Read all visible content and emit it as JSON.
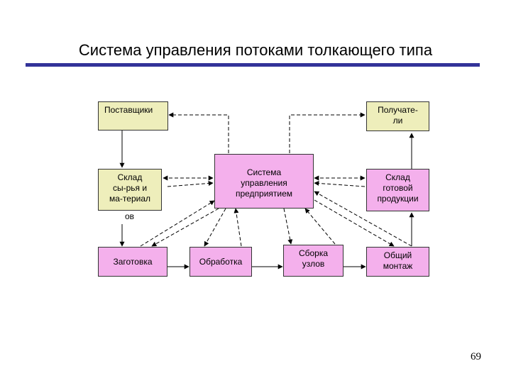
{
  "title": "Система управления потоками толкающего типа",
  "page_number": "69",
  "colors": {
    "yellow": "#eeeebb",
    "pink": "#f4b0ec",
    "rule": "#333399"
  },
  "nodes": {
    "suppliers": {
      "lines": [
        "Поставщики"
      ]
    },
    "receivers": {
      "lines": [
        "Получате-",
        "ли"
      ]
    },
    "raw_storage": {
      "lines": [
        "Склад",
        "сы-рья и",
        "ма-териал"
      ],
      "overflow": "ов"
    },
    "erp": {
      "lines": [
        "Система",
        "управления",
        "предприятием"
      ]
    },
    "finished_storage": {
      "lines": [
        "Склад",
        "готовой",
        "продукции"
      ]
    },
    "blank": {
      "lines": [
        "Заготовка"
      ]
    },
    "processing": {
      "lines": [
        "Обработка"
      ]
    },
    "assembly": {
      "lines": [
        "Сборка",
        "узлов"
      ]
    },
    "final_assembly": {
      "lines": [
        "Общий",
        "монтаж"
      ]
    }
  }
}
